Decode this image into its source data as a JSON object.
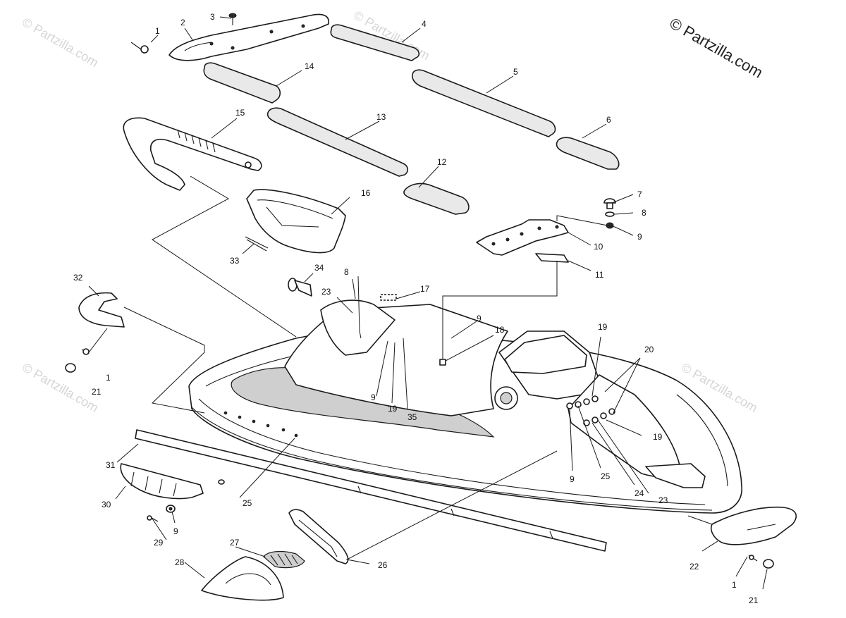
{
  "copyright": "© Partzilla.com",
  "watermark": "© Partzilla.com",
  "callouts": [
    {
      "id": "1",
      "label": "1"
    },
    {
      "id": "2",
      "label": "2"
    },
    {
      "id": "3",
      "label": "3"
    },
    {
      "id": "4",
      "label": "4"
    },
    {
      "id": "5",
      "label": "5"
    },
    {
      "id": "6",
      "label": "6"
    },
    {
      "id": "7",
      "label": "7"
    },
    {
      "id": "8",
      "label": "8"
    },
    {
      "id": "9",
      "label": "9"
    },
    {
      "id": "10",
      "label": "10"
    },
    {
      "id": "11",
      "label": "11"
    },
    {
      "id": "12",
      "label": "12"
    },
    {
      "id": "13",
      "label": "13"
    },
    {
      "id": "14",
      "label": "14"
    },
    {
      "id": "15",
      "label": "15"
    },
    {
      "id": "16",
      "label": "16"
    },
    {
      "id": "17",
      "label": "17"
    },
    {
      "id": "18",
      "label": "18"
    },
    {
      "id": "19",
      "label": "19"
    },
    {
      "id": "20",
      "label": "20"
    },
    {
      "id": "21",
      "label": "21"
    },
    {
      "id": "22",
      "label": "22"
    },
    {
      "id": "23",
      "label": "23"
    },
    {
      "id": "24",
      "label": "24"
    },
    {
      "id": "25",
      "label": "25"
    },
    {
      "id": "26",
      "label": "26"
    },
    {
      "id": "27",
      "label": "27"
    },
    {
      "id": "28",
      "label": "28"
    },
    {
      "id": "29",
      "label": "29"
    },
    {
      "id": "30",
      "label": "30"
    },
    {
      "id": "31",
      "label": "31"
    },
    {
      "id": "32",
      "label": "32"
    },
    {
      "id": "33",
      "label": "33"
    },
    {
      "id": "34",
      "label": "34"
    },
    {
      "id": "35",
      "label": "35"
    }
  ]
}
